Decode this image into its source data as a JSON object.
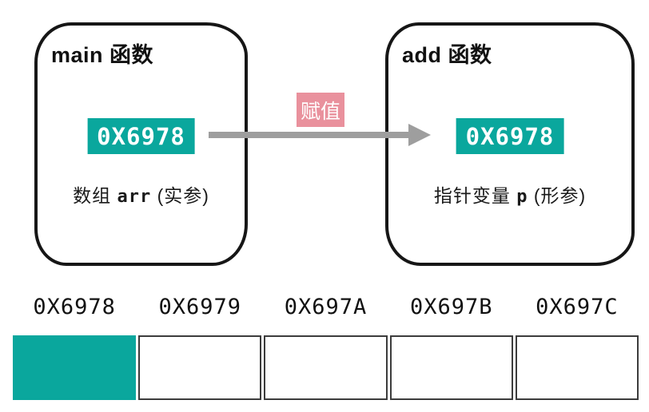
{
  "colors": {
    "teal": "#0AA79D",
    "pink": "#E9919D",
    "arrow": "#9E9E9E"
  },
  "main_box": {
    "title": "main 函数",
    "value": "0X6978",
    "caption_prefix": "数组 ",
    "caption_var": "arr",
    "caption_suffix": " (实参)"
  },
  "add_box": {
    "title": "add 函数",
    "value": "0X6978",
    "caption_prefix": "指针变量 ",
    "caption_var": "p",
    "caption_suffix": " (形参)"
  },
  "arrow": {
    "label": "赋值"
  },
  "memory": {
    "addresses": [
      "0X6978",
      "0X6979",
      "0X697A",
      "0X697B",
      "0X697C"
    ],
    "filled_index": 0
  }
}
